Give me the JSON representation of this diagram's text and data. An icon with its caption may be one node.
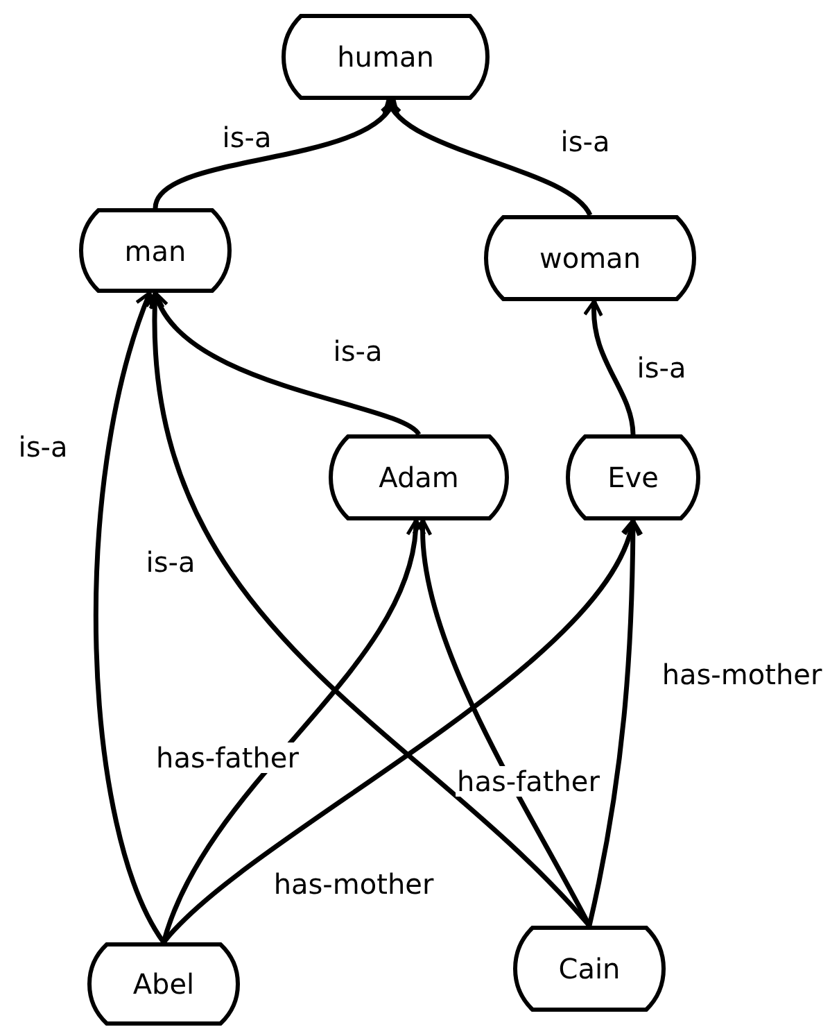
{
  "diagram": {
    "nodes": [
      {
        "text": [
          "human"
        ]
      },
      {
        "text": [
          "man"
        ]
      },
      {
        "text": [
          "woman"
        ]
      },
      {
        "text": [
          "Adam"
        ]
      },
      {
        "text": [
          "Eve"
        ]
      },
      {
        "text": [
          "Abel"
        ]
      },
      {
        "text": [
          "Cain"
        ]
      }
    ],
    "edges": [
      {
        "from": 1,
        "to": 0,
        "arrow": "to",
        "label": "is-a"
      },
      {
        "from": 2,
        "to": 0,
        "arrow": "to",
        "label": "is-a"
      },
      {
        "from": 3,
        "to": 1,
        "arrow": "to",
        "label": "is-a"
      },
      {
        "from": 4,
        "to": 2,
        "arrow": "to",
        "label": "is-a"
      },
      {
        "from": 5,
        "to": 1,
        "arrow": "to",
        "label": "is-a"
      },
      {
        "from": 6,
        "to": 1,
        "arrow": "to",
        "label": "is-a"
      },
      {
        "from": 5,
        "to": 3,
        "arrow": "to",
        "label": "has-father"
      },
      {
        "from": 5,
        "to": 4,
        "arrow": "to",
        "label": "has-mother"
      },
      {
        "from": 6,
        "to": 3,
        "arrow": "to",
        "label": "has-father"
      },
      {
        "from": 6,
        "to": 4,
        "arrow": "to",
        "label": "has-mother"
      }
    ]
  }
}
